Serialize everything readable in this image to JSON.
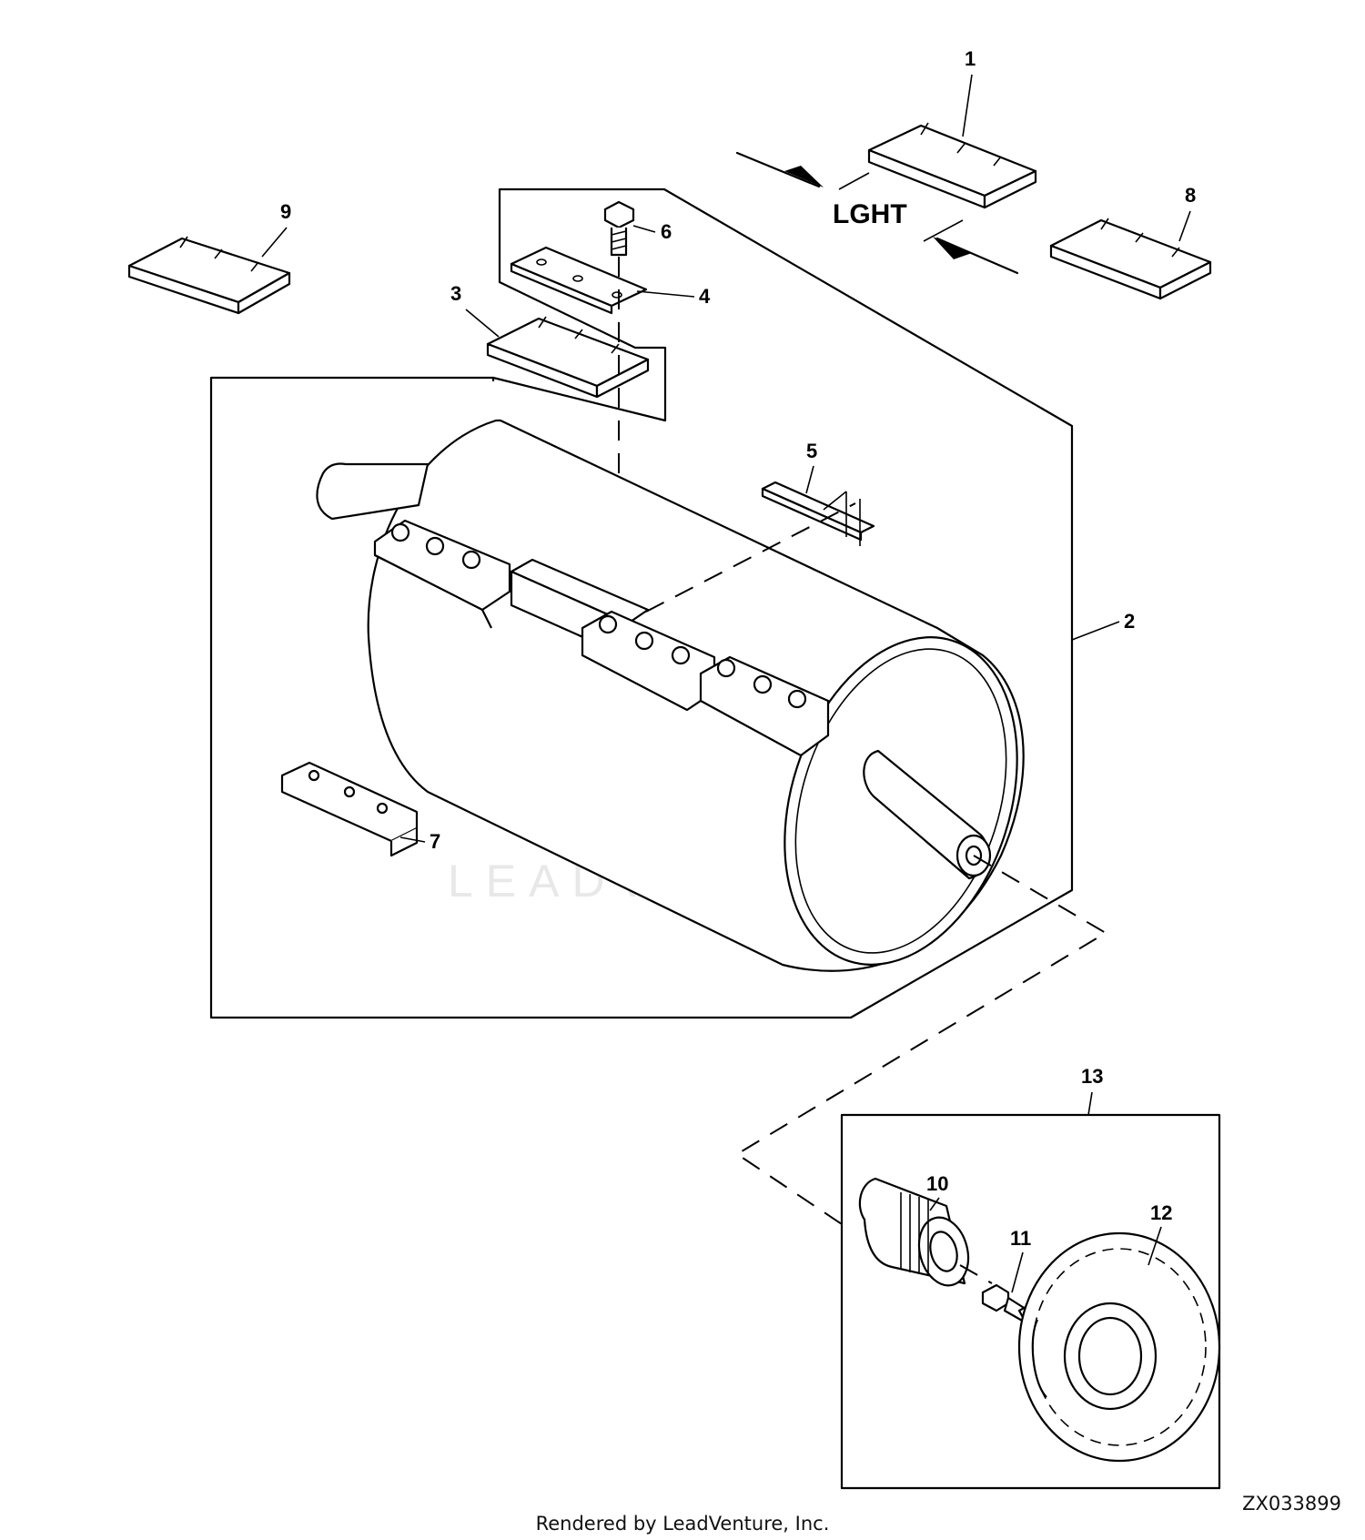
{
  "callouts": {
    "p1": "1",
    "p2": "2",
    "p3": "3",
    "p4": "4",
    "p5": "5",
    "p6": "6",
    "p7": "7",
    "p8": "8",
    "p9": "9",
    "p10": "10",
    "p11": "11",
    "p12": "12",
    "p13": "13"
  },
  "direction_label": "LGHT",
  "watermark": "LEADVENTURE",
  "footer_text": "Rendered by LeadVenture, Inc.",
  "figure_id": "ZX033899"
}
